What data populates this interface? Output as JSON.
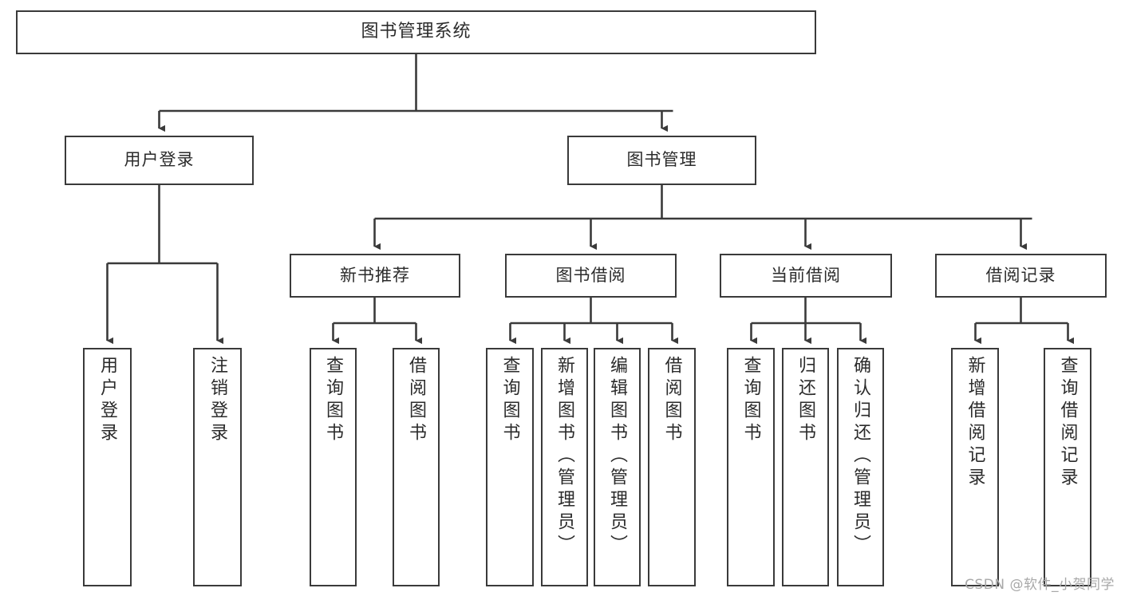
{
  "diagram": {
    "title": "图书管理系统",
    "type": "tree-hierarchy",
    "watermark": "CSDN @软件_小贺同学",
    "colors": {
      "box_border": "#3a3a3a",
      "box_fill": "#ffffff",
      "edge": "#3a3a3a",
      "text": "#2b2b2b",
      "watermark": "#a8a8a8",
      "background": "#ffffff"
    },
    "root": {
      "id": "root",
      "label": "图书管理系统"
    },
    "level2": [
      {
        "id": "user-login",
        "label": "用户登录"
      },
      {
        "id": "book-management",
        "label": "图书管理"
      }
    ],
    "level3": [
      {
        "id": "new-book-recommend",
        "label": "新书推荐",
        "parent": "book-management"
      },
      {
        "id": "book-borrow",
        "label": "图书借阅",
        "parent": "book-management"
      },
      {
        "id": "current-borrow",
        "label": "当前借阅",
        "parent": "book-management"
      },
      {
        "id": "borrow-record",
        "label": "借阅记录",
        "parent": "book-management"
      }
    ],
    "leaves": {
      "user-login": [
        {
          "id": "leaf-user-login",
          "label": "用户登录"
        },
        {
          "id": "leaf-logout",
          "label": "注销登录"
        }
      ],
      "new-book-recommend": [
        {
          "id": "leaf-query-book-1",
          "label": "查询图书"
        },
        {
          "id": "leaf-borrow-book-1",
          "label": "借阅图书"
        }
      ],
      "book-borrow": [
        {
          "id": "leaf-query-book-2",
          "label": "查询图书"
        },
        {
          "id": "leaf-add-book",
          "label": "新增图书（管理员）"
        },
        {
          "id": "leaf-edit-book",
          "label": "编辑图书（管理员）"
        },
        {
          "id": "leaf-borrow-book-2",
          "label": "借阅图书"
        }
      ],
      "current-borrow": [
        {
          "id": "leaf-query-book-3",
          "label": "查询图书"
        },
        {
          "id": "leaf-return-book",
          "label": "归还图书"
        },
        {
          "id": "leaf-confirm-return",
          "label": "确认归还（管理员）"
        }
      ],
      "borrow-record": [
        {
          "id": "leaf-add-record",
          "label": "新增借阅记录"
        },
        {
          "id": "leaf-query-record",
          "label": "查询借阅记录"
        }
      ]
    }
  }
}
